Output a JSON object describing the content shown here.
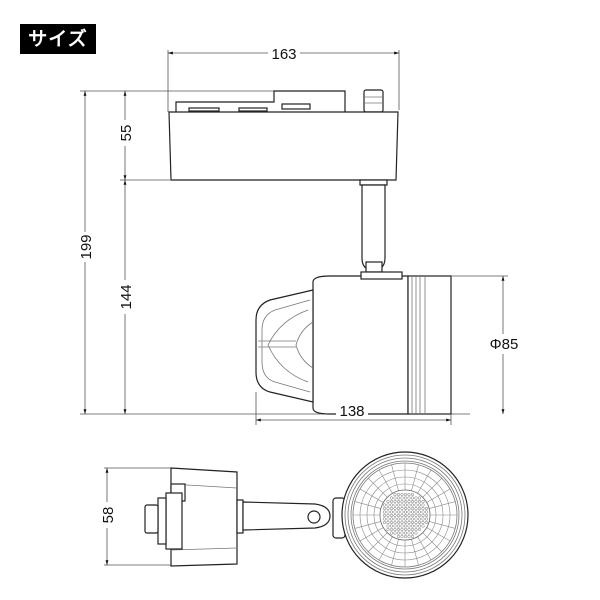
{
  "title": "サイズ",
  "dimensions": {
    "width_top": "163",
    "height_total": "199",
    "height_adapter": "55",
    "height_lamp": "144",
    "diameter": "Φ85",
    "lamp_length": "138",
    "adapter_depth": "58"
  },
  "colors": {
    "line": "#222222",
    "label_bg": "#000000",
    "label_text": "#ffffff"
  }
}
